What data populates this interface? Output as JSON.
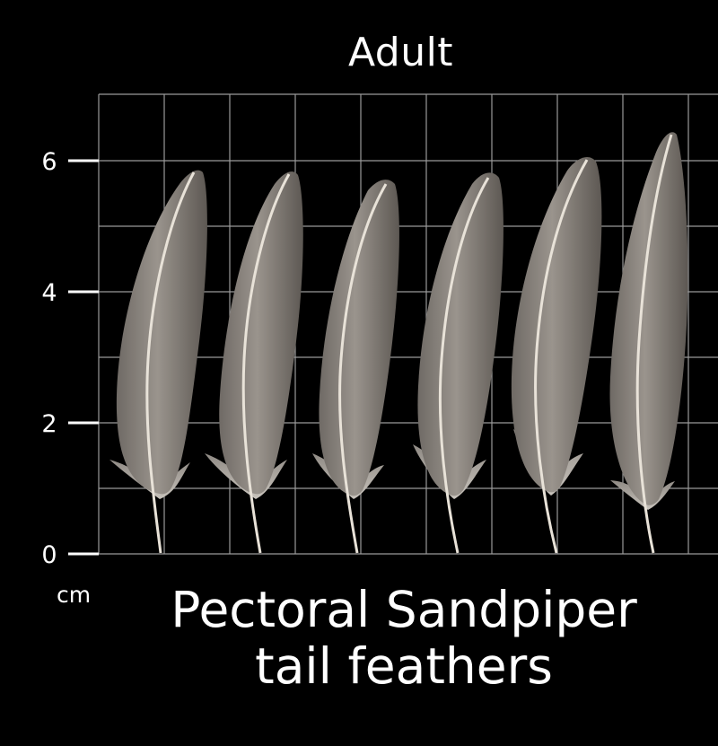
{
  "title": "Adult",
  "unit": "cm",
  "caption": {
    "line1": "Pectoral Sandpiper",
    "line2": "tail feathers"
  },
  "scale": {
    "ticks": [
      "0",
      "2",
      "4",
      "6"
    ],
    "grid_color": "#9a9a9a"
  },
  "feathers": [
    {
      "id": "feather-1",
      "length_cm": 5.8
    },
    {
      "id": "feather-2",
      "length_cm": 5.8
    },
    {
      "id": "feather-3",
      "length_cm": 5.7
    },
    {
      "id": "feather-4",
      "length_cm": 5.8
    },
    {
      "id": "feather-5",
      "length_cm": 6.1
    },
    {
      "id": "feather-6",
      "length_cm": 6.5
    }
  ],
  "colors": {
    "background": "#000000",
    "feather_vane": "#8c8781",
    "feather_shaft": "#e8e2d8"
  }
}
